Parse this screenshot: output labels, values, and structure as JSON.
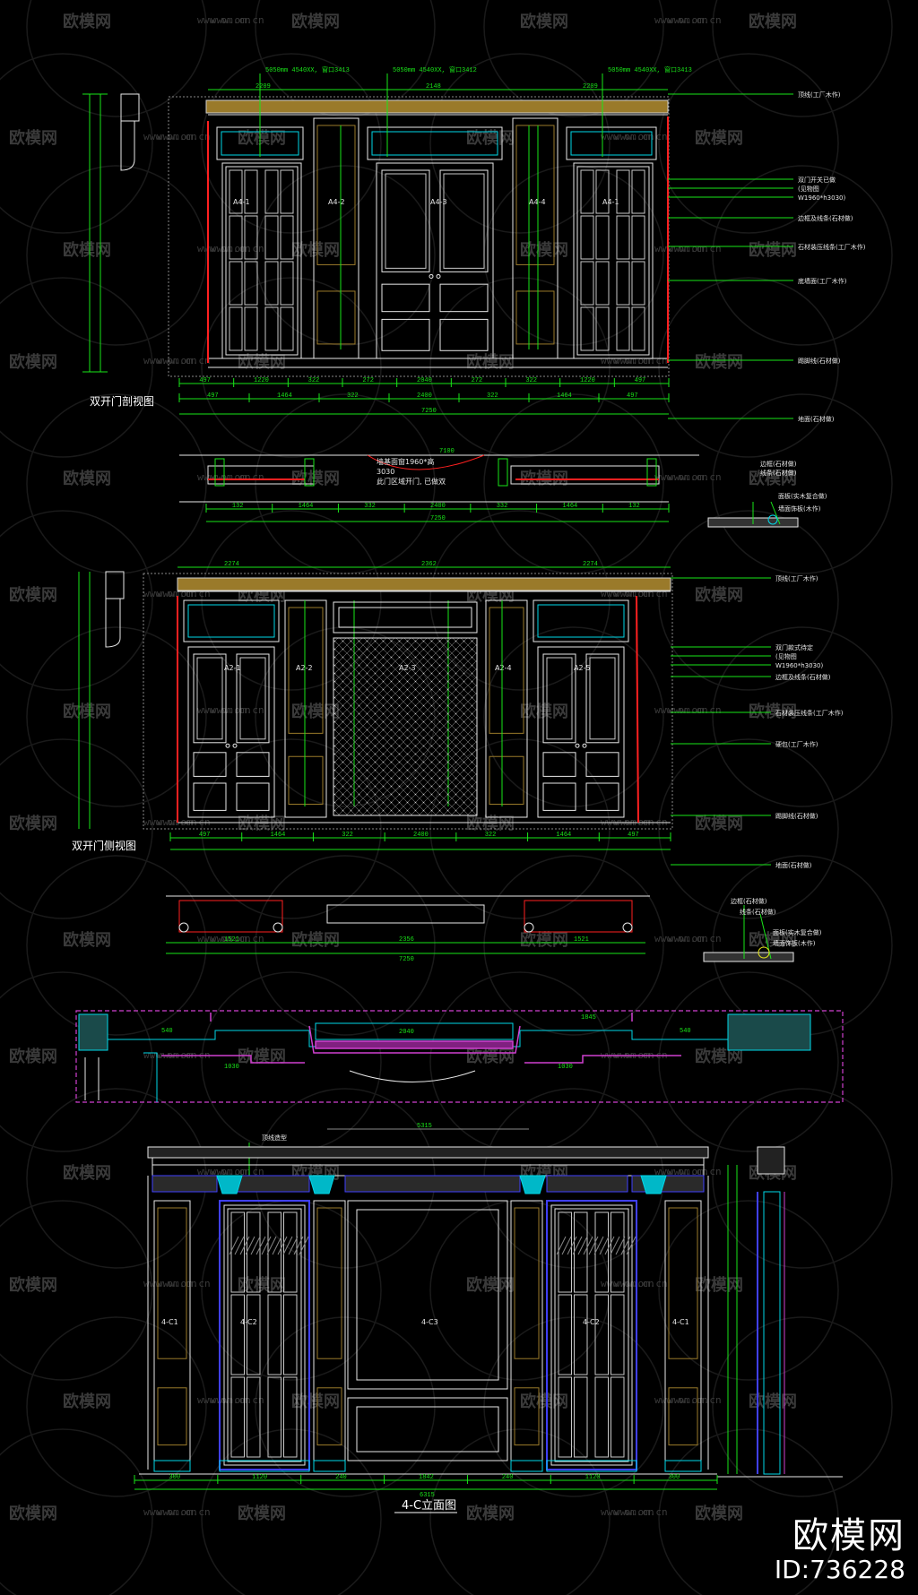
{
  "watermark": {
    "brand": "欧模网",
    "url": "www.om.cn"
  },
  "corner": {
    "brand": "欧模网",
    "id": "ID:736228"
  },
  "section1": {
    "side_title": "双开门剖视图",
    "top_notes": [
      "5050mm 4540XX, 窗口3413",
      "5050mm 4540XX, 窗口3412",
      "5050mm 4540XX, 窗口3413"
    ],
    "panel_labels": [
      "A4-1",
      "A4-2",
      "A4-3",
      "A4-4",
      "A4-1"
    ],
    "callouts": [
      "顶线(工厂木作)",
      "双门开关已做",
      "(见物图",
      "W1960*h3030)",
      "边框及线条(石材做)",
      "石材装压线条(工厂木作)",
      "底墙面(工厂木作)",
      "踢脚线(石材做)",
      "地面(石材做)"
    ],
    "dims_bottom1": [
      "497",
      "1220",
      "322",
      "272",
      "2040",
      "272",
      "322",
      "1220",
      "497"
    ],
    "dims_bottom2": [
      "497",
      "1464",
      "322",
      "2400",
      "322",
      "1464",
      "497"
    ],
    "dims_bottom3": "7250",
    "dims_top": [
      "2209",
      "2148",
      "2209"
    ]
  },
  "plan1": {
    "center_note": [
      "墙基面窗1960*高",
      "3030",
      "此门区域开门, 已做双"
    ],
    "dims": [
      "132",
      "1464",
      "332",
      "2400",
      "332",
      "1464",
      "132"
    ],
    "total": "7250",
    "top_total": "7100",
    "detail_notes": [
      "边框(石材做)",
      "线条(石材做)",
      "面板(实木复合做)",
      "墙面饰板(木作)"
    ]
  },
  "section2": {
    "side_title": "双开门侧视图",
    "panel_labels": [
      "A2-1",
      "A2-2",
      "A2-3",
      "A2-4",
      "A2-5"
    ],
    "callouts": [
      "顶线(工厂木作)",
      "双门款式待定",
      "(见物图",
      "W1960*h3030)",
      "边框及线条(石材做)",
      "石材装压线条(工厂木作)",
      "硬包(工厂木作)",
      "踢脚线(石材做)",
      "地面(石材做)"
    ],
    "dims_top": [
      "2274",
      "2362",
      "2274"
    ],
    "dims_bottom": [
      "497",
      "1464",
      "322",
      "2400",
      "322",
      "1464",
      "497"
    ]
  },
  "plan2": {
    "dims": [
      "1521",
      "2356",
      "1521"
    ],
    "total": "7250",
    "detail_notes": [
      "边框(石材做)",
      "线条(石材做)",
      "面板(实木复合做)",
      "墙面饰板(木作)"
    ]
  },
  "plan3": {
    "dims": [
      "540",
      "2040",
      "1845",
      "540",
      "1030",
      "1030"
    ]
  },
  "elevation": {
    "title": "4-C立面图",
    "panel_labels": [
      "4-C1",
      "4-C2",
      "4-C3",
      "4-C2",
      "4-C1"
    ],
    "top_note": "顶线造型",
    "dims_top": "5315",
    "dims_bottom": [
      "300",
      "1120",
      "240",
      "1842",
      "240",
      "1120",
      "300"
    ],
    "dims_total": "6315"
  },
  "colors": {
    "green": "#19e619",
    "white": "#e8e8e8",
    "red": "#ff2020",
    "cyan": "#00d8e8",
    "blue": "#4040ff",
    "magenta": "#d040d0",
    "gold": "#9a7a2a",
    "yellow": "#e6e619"
  }
}
